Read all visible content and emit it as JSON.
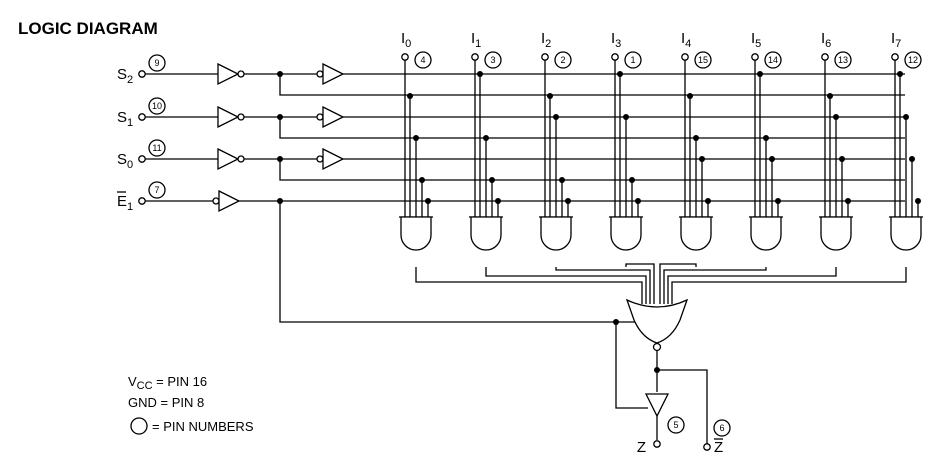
{
  "title": "LOGIC DIAGRAM",
  "inputs": [
    {
      "id": "s2",
      "main": "S",
      "sub": "2",
      "pin": "9",
      "bar": false
    },
    {
      "id": "s1",
      "main": "S",
      "sub": "1",
      "pin": "10",
      "bar": false
    },
    {
      "id": "s0",
      "main": "S",
      "sub": "0",
      "pin": "11",
      "bar": false
    },
    {
      "id": "e1",
      "main": "E",
      "sub": "1",
      "pin": "7",
      "bar": true
    }
  ],
  "data_inputs": [
    {
      "main": "I",
      "sub": "0",
      "pin": "4"
    },
    {
      "main": "I",
      "sub": "1",
      "pin": "3"
    },
    {
      "main": "I",
      "sub": "2",
      "pin": "2"
    },
    {
      "main": "I",
      "sub": "3",
      "pin": "1"
    },
    {
      "main": "I",
      "sub": "4",
      "pin": "15"
    },
    {
      "main": "I",
      "sub": "5",
      "pin": "14"
    },
    {
      "main": "I",
      "sub": "6",
      "pin": "13"
    },
    {
      "main": "I",
      "sub": "7",
      "pin": "12"
    }
  ],
  "outputs": [
    {
      "main": "Z",
      "pin": "5",
      "bar": false
    },
    {
      "main": "Z",
      "pin": "6",
      "bar": true
    }
  ],
  "notes": {
    "vcc_main": "V",
    "vcc_sub": "CC",
    "vcc_rest": " = PIN 16",
    "gnd": "GND = PIN 8",
    "pin_numbers": "= PIN NUMBERS"
  },
  "decode": [
    [
      0,
      0,
      0,
      0
    ],
    [
      1,
      0,
      0,
      0
    ],
    [
      0,
      1,
      0,
      0
    ],
    [
      1,
      1,
      0,
      0
    ],
    [
      0,
      0,
      1,
      0
    ],
    [
      1,
      0,
      1,
      0
    ],
    [
      0,
      1,
      1,
      0
    ],
    [
      1,
      1,
      1,
      0
    ]
  ]
}
